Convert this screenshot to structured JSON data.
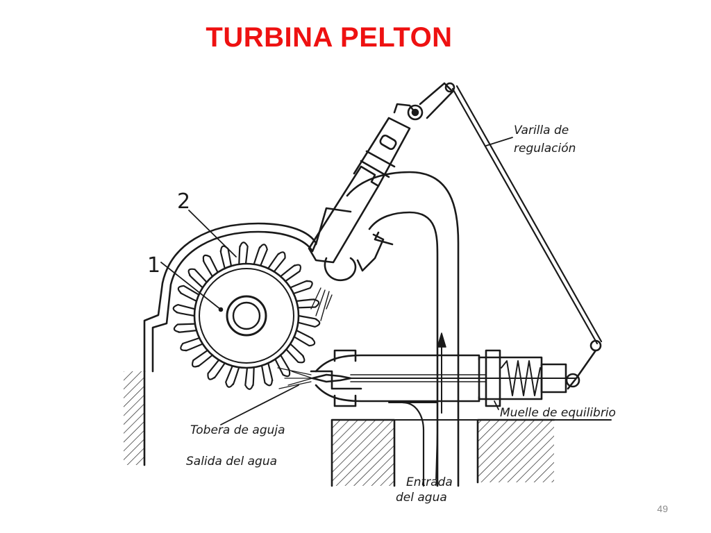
{
  "slide": {
    "title": "TURBINA PELTON",
    "page_number": "49"
  },
  "diagram": {
    "part_numbers": [
      "1",
      "2"
    ],
    "labels": {
      "varilla": [
        "Varilla de",
        "regulación"
      ],
      "muelle": "Muelle de equilibrio",
      "tobera": "Tobera de aguja",
      "salida": "Salida del agua",
      "entrada": [
        "Entrada",
        "del agua"
      ]
    }
  }
}
